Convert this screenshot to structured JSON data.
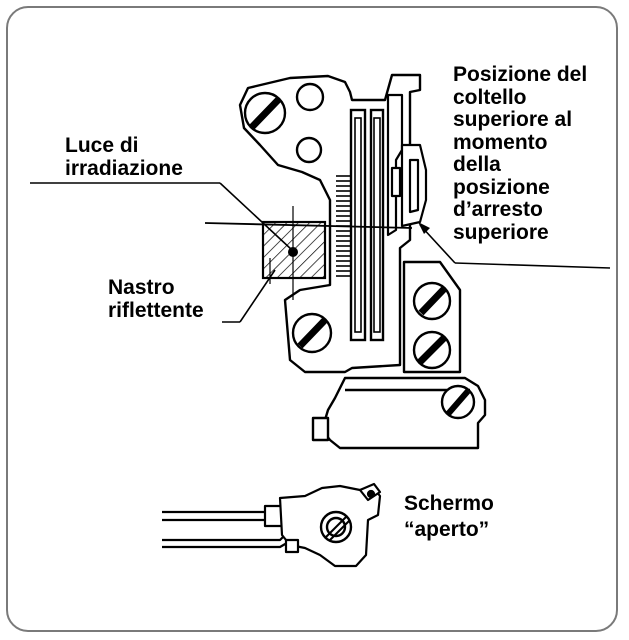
{
  "labels": {
    "irradiation_light": "Luce di\nirradiazione",
    "reflective_tape": "Nastro\nriflettente",
    "upper_knife_position": "Posizione del\ncoltello\nsuperiore al\nmomento\ndella\nposizione\nd’arresto\nsuperiore",
    "screen_open": "Schermo\n“aperto”"
  }
}
